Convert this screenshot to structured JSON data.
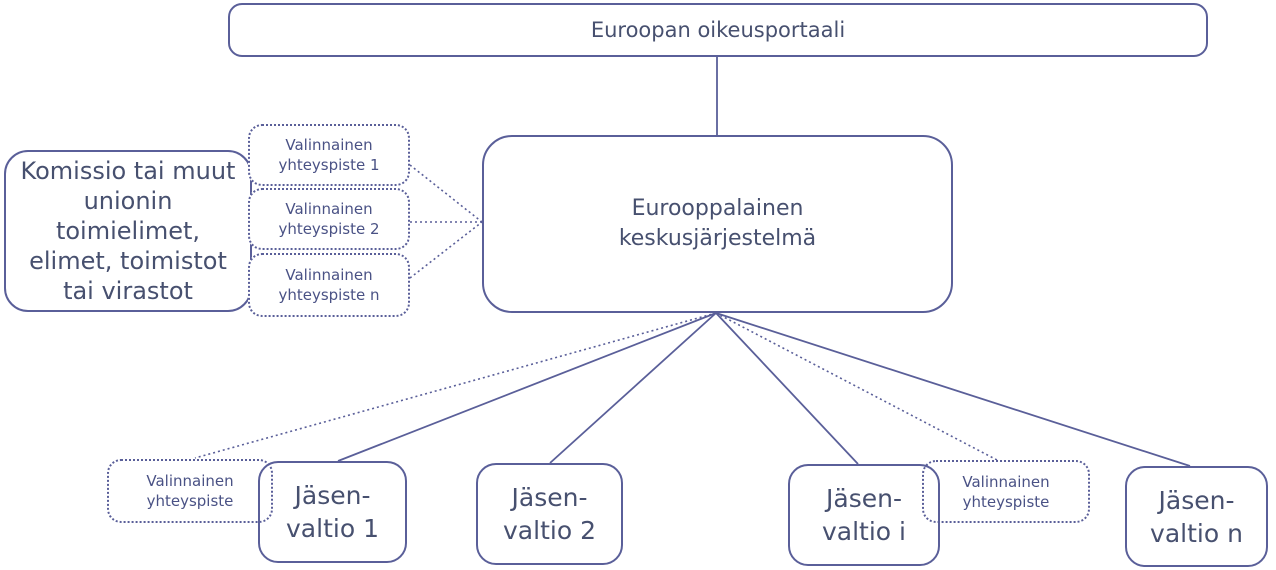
{
  "portal": {
    "label": "Euroopan oikeusportaali"
  },
  "central": {
    "line1": "Eurooppalainen",
    "line2": "keskusjärjestelmä"
  },
  "commission": {
    "lines": [
      "Komissio tai muut",
      "unionin",
      "toimielimet,",
      "elimet, toimistot",
      "tai virastot"
    ]
  },
  "optional_contact_points": [
    {
      "line1": "Valinnainen",
      "line2": "yhteyspiste 1"
    },
    {
      "line1": "Valinnainen",
      "line2": "yhteyspiste 2"
    },
    {
      "line1": "Valinnainen",
      "line2": "yhteyspiste n"
    }
  ],
  "member_states": [
    {
      "line1": "Jäsen-",
      "line2": "valtio 1"
    },
    {
      "line1": "Jäsen-",
      "line2": "valtio 2"
    },
    {
      "line1": "Jäsen-",
      "line2": "valtio i"
    },
    {
      "line1": "Jäsen-",
      "line2": "valtio n"
    }
  ],
  "member_optional_contact_points": [
    {
      "line1": "Valinnainen",
      "line2": "yhteyspiste"
    },
    {
      "line1": "Valinnainen",
      "line2": "yhteyspiste"
    }
  ],
  "colors": {
    "border": "#5a5f99",
    "text_large": "#47506f",
    "text_small": "#4a5285",
    "background": "#ffffff"
  }
}
